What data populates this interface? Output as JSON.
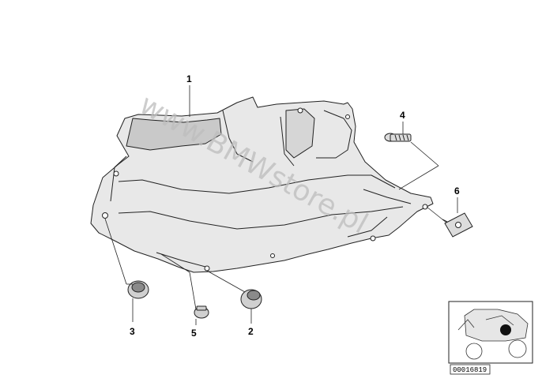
{
  "callouts": {
    "c1": "1",
    "c2": "2",
    "c3": "3",
    "c4": "4",
    "c5": "5",
    "c6": "6"
  },
  "watermark": "www.BMWstore.pl",
  "thumbnail": {
    "part_number": "00016819"
  }
}
